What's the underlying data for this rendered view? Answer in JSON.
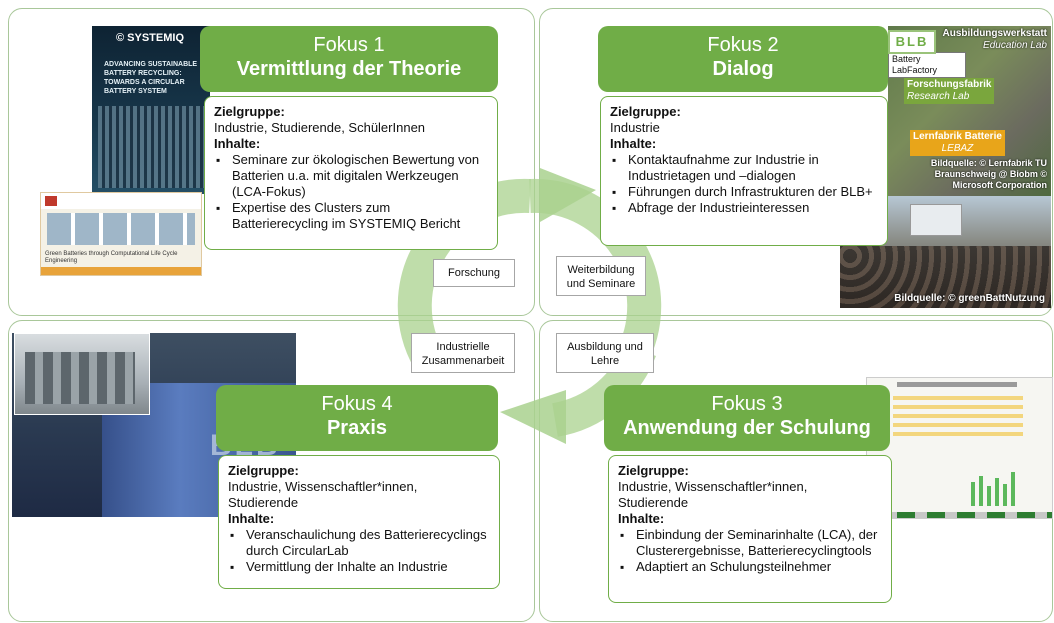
{
  "colors": {
    "green": "#70ad47",
    "light_green": "#a9d18e",
    "border": "#a9c79a"
  },
  "fokus1": {
    "title": "Fokus 1",
    "subtitle": "Vermittlung der Theorie",
    "zielgruppe_label": "Zielgruppe:",
    "zielgruppe": "Industrie, Studierende, SchülerInnen",
    "inhalte_label": "Inhalte:",
    "items": [
      "Seminare zur ökologischen Bewertung von Batterien u.a. mit digitalen Werkzeugen (LCA-Fokus)",
      "Expertise des Clusters zum Batterierecycling im SYSTEMIQ Bericht"
    ]
  },
  "fokus2": {
    "title": "Fokus 2",
    "subtitle": "Dialog",
    "zielgruppe_label": "Zielgruppe:",
    "zielgruppe": "Industrie",
    "inhalte_label": "Inhalte:",
    "items": [
      "Kontaktaufnahme zur Industrie in Industrietagen und –dialogen",
      "Führungen durch Infrastrukturen der BLB+",
      "Abfrage der Industrieinteressen"
    ]
  },
  "fokus3": {
    "title": "Fokus 3",
    "subtitle": "Anwendung der Schulung",
    "zielgruppe_label": "Zielgruppe:",
    "zielgruppe": "Industrie, Wissenschaftler*innen, Studierende",
    "inhalte_label": "Inhalte:",
    "items": [
      "Einbindung der Seminarinhalte (LCA), der Clusterergebnisse, Batterierecyclingtools",
      "Adaptiert an Schulungsteilnehmer"
    ]
  },
  "fokus4": {
    "title": "Fokus 4",
    "subtitle": "Praxis",
    "zielgruppe_label": "Zielgruppe:",
    "zielgruppe": "Industrie, Wissenschaftler*innen, Studierende",
    "inhalte_label": "Inhalte:",
    "items": [
      "Veranschaulichung des Batterierecyclings durch CircularLab",
      "Vermittlung der Inhalte an Industrie"
    ]
  },
  "cycle": {
    "forschung": "Forschung",
    "weiterbildung": "Weiterbildung und Seminare",
    "industrielle": "Industrielle Zusammenarbeit",
    "ausbildung": "Ausbildung und Lehre"
  },
  "images": {
    "report_brand": "© SYSTEMIQ",
    "report_title": "ADVANCING SUSTAINABLE BATTERY RECYCLING: TOWARDS A CIRCULAR BATTERY SYSTEM",
    "poster_title": "Green Batteries through Computational Life Cycle Engineering",
    "aerial_ausbildung": "Ausbildungswerkstatt",
    "aerial_ausbildung_en": "Education Lab",
    "aerial_battery": "Battery LabFactory",
    "aerial_forschung": "Forschungsfabrik",
    "aerial_forschung_en": "Research Lab",
    "aerial_lernfabrik": "Lernfabrik Batterie",
    "aerial_lebaz": "LEBAZ",
    "aerial_credit": "Bildquelle: © Lernfabrik TU Braunschweig @ Biobm © Microsoft Corporation",
    "seminar_credit": "Bildquelle: © greenBattNutzung",
    "building_sign": "BLB"
  }
}
